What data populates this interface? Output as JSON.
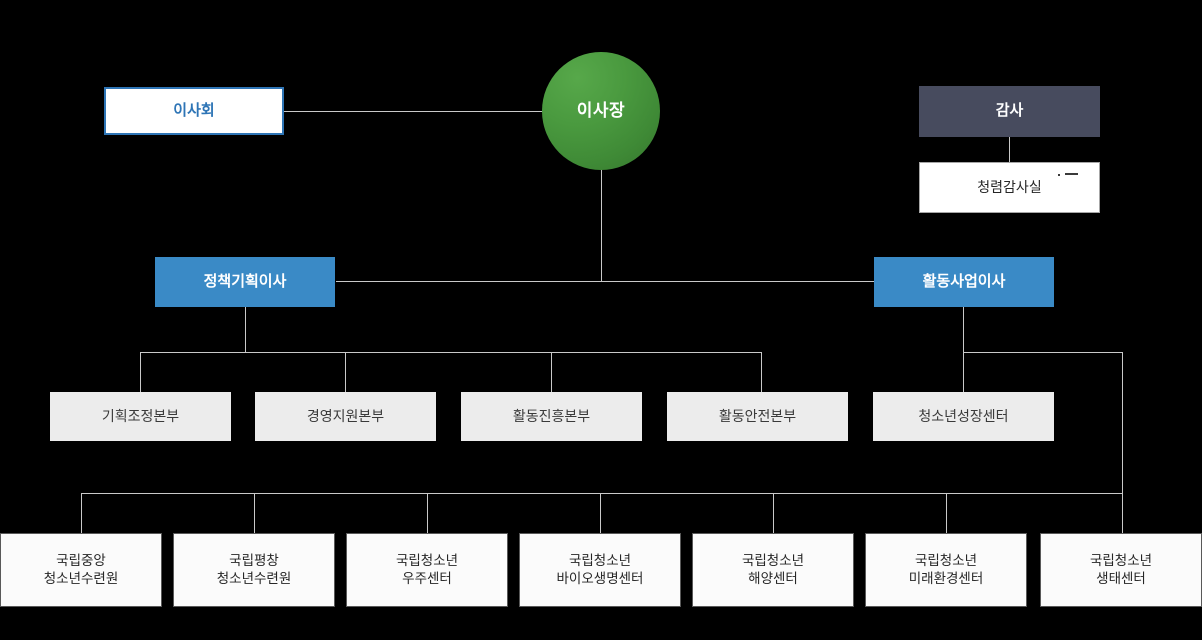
{
  "diagram": {
    "type": "organization-chart",
    "background_color": "#000000",
    "connector_color": "#c9c9c9",
    "palette": {
      "ceo_green": "#4a9a3f",
      "board_blue": "#2e75b6",
      "audit_slate": "#474b5e",
      "director_blue": "#3a8ac6",
      "dept_gray": "#ececec",
      "facility_white": "#fbfbfb"
    }
  },
  "nodes": {
    "ceo": {
      "label": "이사장"
    },
    "board": {
      "label": "이사회"
    },
    "audit": {
      "label": "감사"
    },
    "audit_office": {
      "label": "청렴감사실"
    },
    "directors": [
      {
        "label": "정책기획이사"
      },
      {
        "label": "활동사업이사"
      }
    ],
    "departments": [
      {
        "label": "기획조정본부"
      },
      {
        "label": "경영지원본부"
      },
      {
        "label": "활동진흥본부"
      },
      {
        "label": "활동안전본부"
      },
      {
        "label": "청소년성장센터"
      }
    ],
    "facilities": [
      {
        "line1": "국립중앙",
        "line2": "청소년수련원"
      },
      {
        "line1": "국립평창",
        "line2": "청소년수련원"
      },
      {
        "line1": "국립청소년",
        "line2": "우주센터"
      },
      {
        "line1": "국립청소년",
        "line2": "바이오생명센터"
      },
      {
        "line1": "국립청소년",
        "line2": "해양센터"
      },
      {
        "line1": "국립청소년",
        "line2": "미래환경센터"
      },
      {
        "line1": "국립청소년",
        "line2": "생태센터"
      }
    ]
  }
}
